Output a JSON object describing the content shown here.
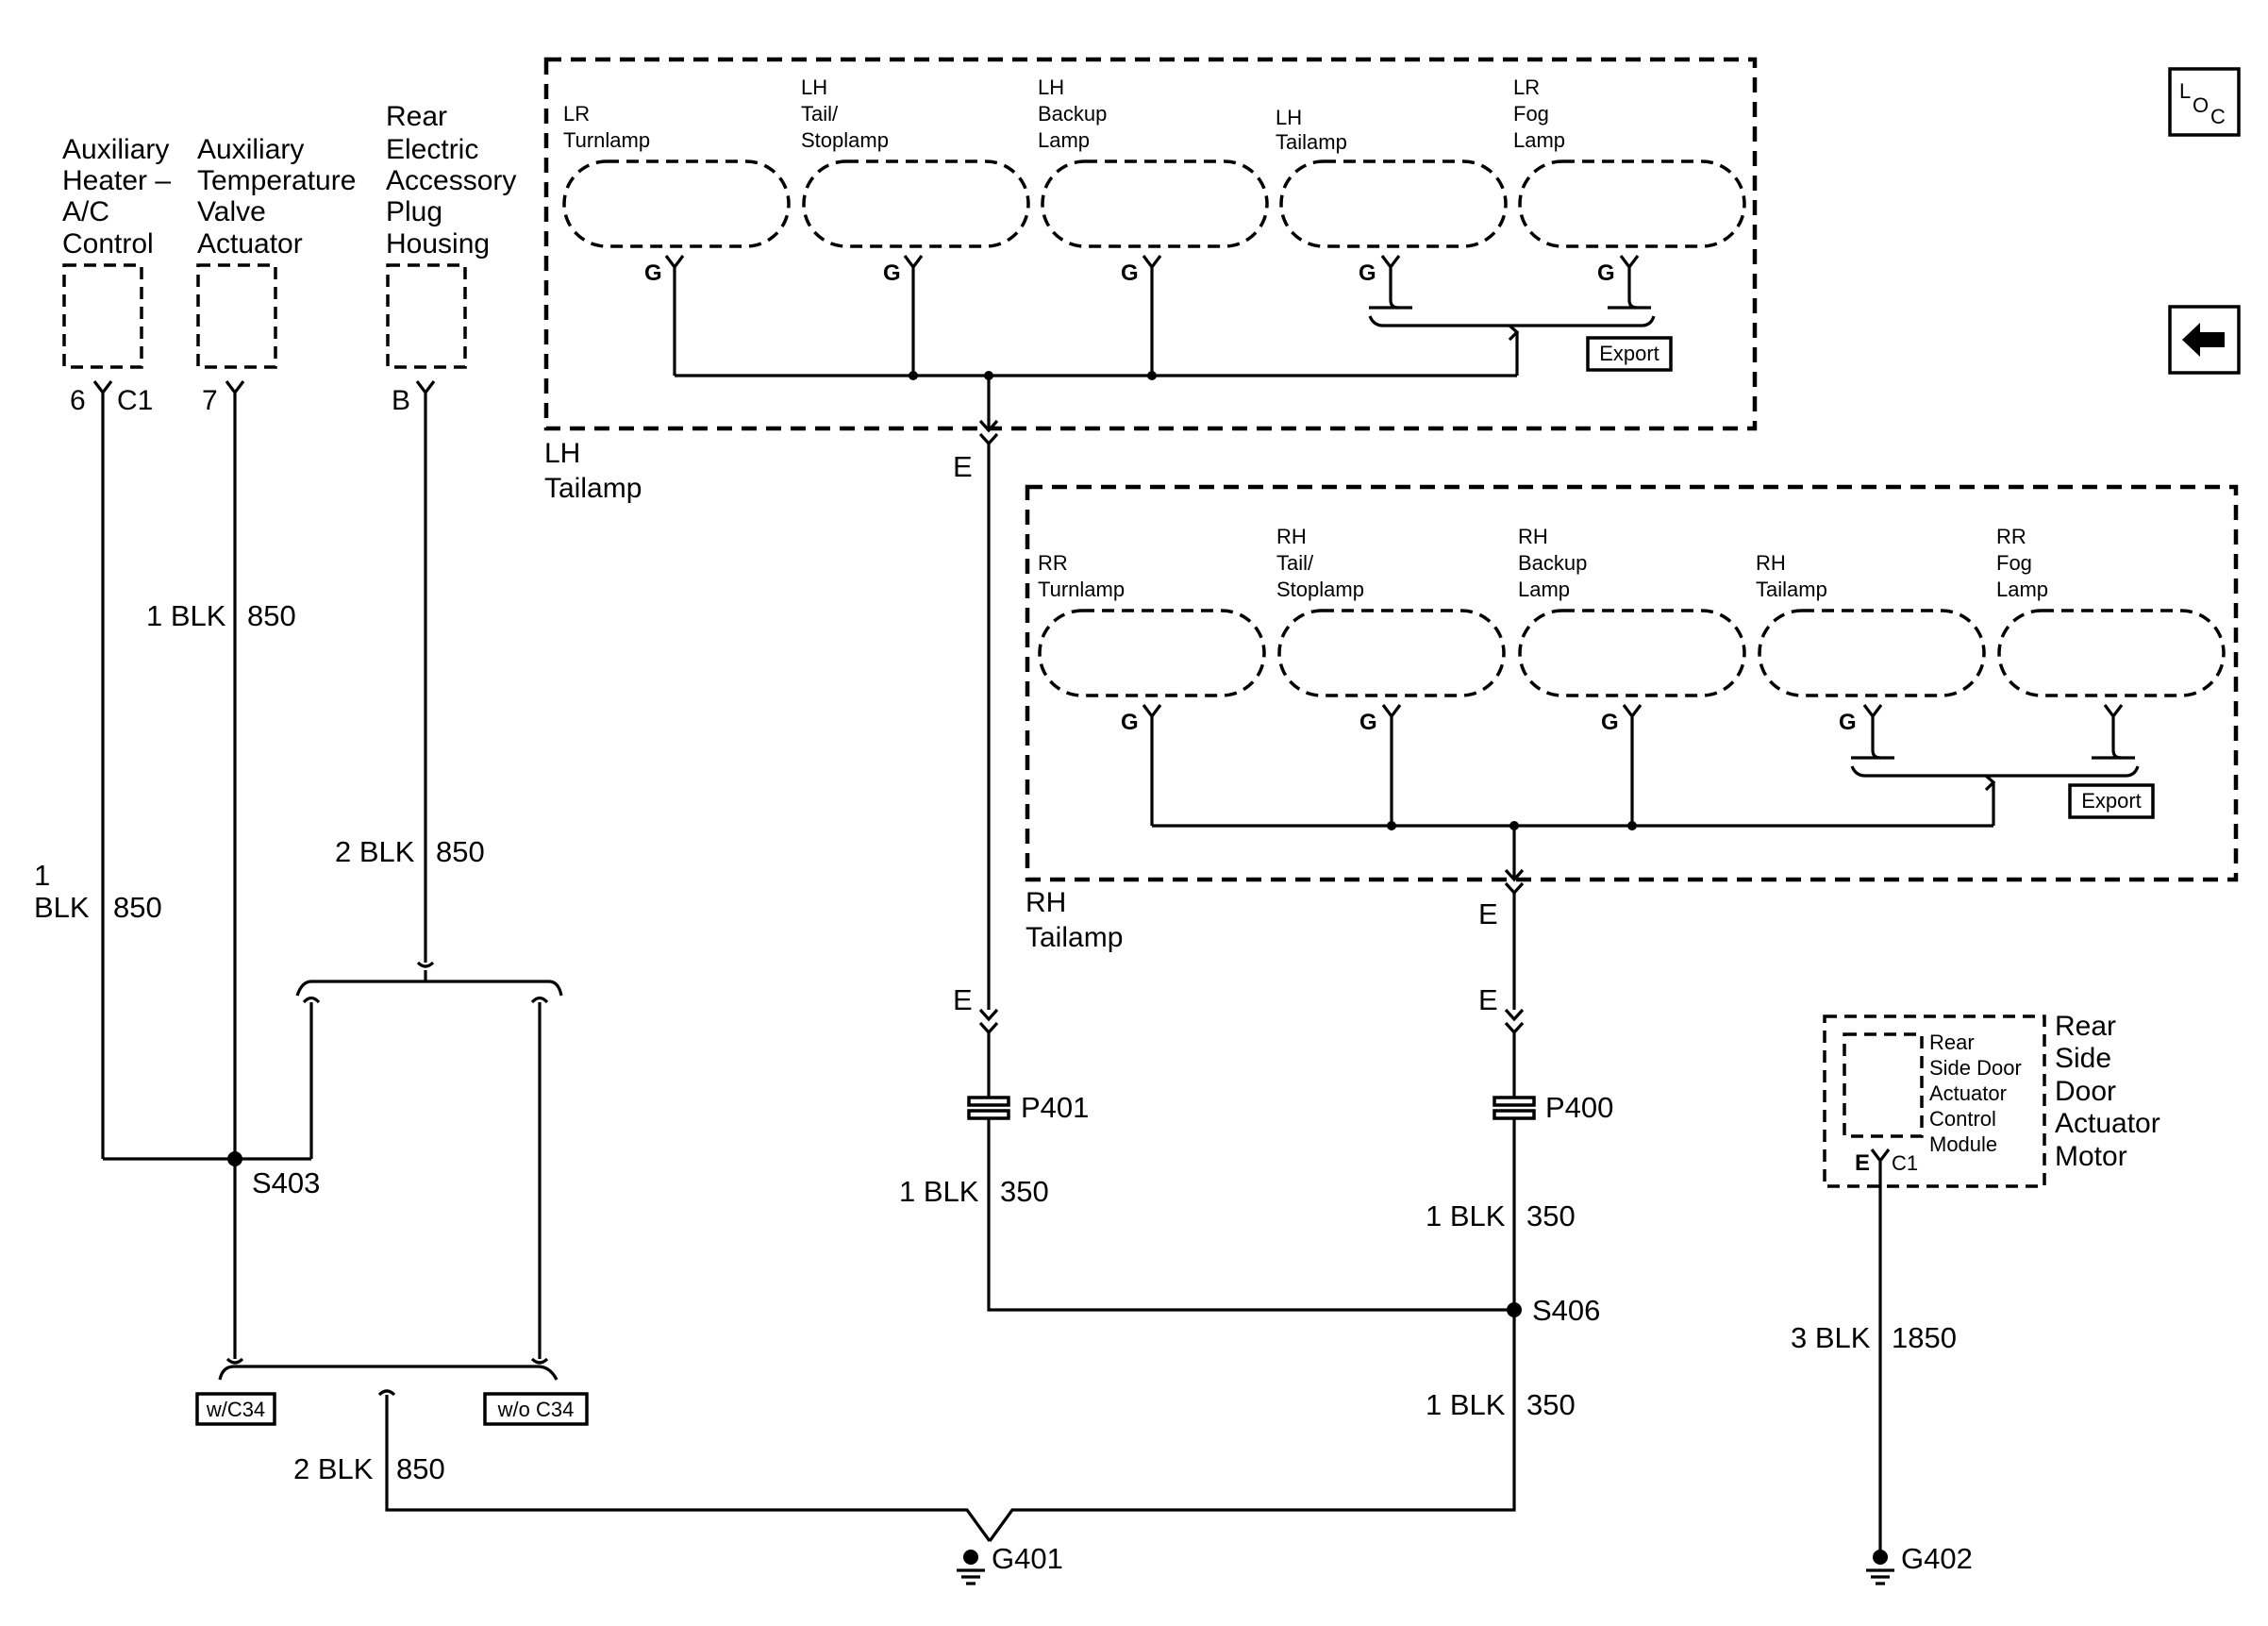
{
  "nav": {
    "loc_icon": "location-view-icon",
    "back_icon": "back-arrow-icon",
    "loc_l": "L",
    "loc_o": "O",
    "loc_c": "C"
  },
  "left_components": [
    {
      "label": [
        "Auxiliary",
        "Heater –",
        "A/C",
        "Control"
      ],
      "pin": "6",
      "connector": "C1"
    },
    {
      "label": [
        "Auxiliary",
        "Temperature",
        "Valve",
        "Actuator"
      ],
      "pin": "7"
    },
    {
      "label": [
        "Rear",
        "Electric",
        "Accessory",
        "Plug",
        "Housing"
      ],
      "pin": "B"
    }
  ],
  "lh_tailamp": {
    "title": [
      "LH",
      "Tailamp"
    ],
    "lamps": [
      {
        "label": [
          "LR",
          "Turnlamp"
        ],
        "pin": "G"
      },
      {
        "label": [
          "LH",
          "Tail/",
          "Stoplamp"
        ],
        "pin": "G"
      },
      {
        "label": [
          "LH",
          "Backup",
          "Lamp"
        ],
        "pin": "G"
      },
      {
        "label": [
          "LH",
          "Tailamp"
        ],
        "pin": "G"
      },
      {
        "label": [
          "LR",
          "Fog",
          "Lamp"
        ],
        "pin": "G"
      }
    ],
    "option_box": "Export",
    "pin_out": "E"
  },
  "rh_tailamp": {
    "title": [
      "RH",
      "Tailamp"
    ],
    "lamps": [
      {
        "label": [
          "RR",
          "Turnlamp"
        ],
        "pin": "G"
      },
      {
        "label": [
          "RH",
          "Tail/",
          "Stoplamp"
        ],
        "pin": "G"
      },
      {
        "label": [
          "RH",
          "Backup",
          "Lamp"
        ],
        "pin": "G"
      },
      {
        "label": [
          "RH",
          "Tailamp"
        ],
        "pin": "G"
      },
      {
        "label": [
          "RR",
          "Fog",
          "Lamp"
        ],
        "pin": ""
      }
    ],
    "option_box": "Export",
    "pin_out": "E"
  },
  "wires": {
    "w1_size": "1",
    "w1_color": "BLK",
    "w1_circuit": "850",
    "w2_size": "1 BLK",
    "w2_circuit": "850",
    "w3_size": "2 BLK",
    "w3_circuit": "850",
    "w4_size": "2 BLK",
    "w4_circuit": "850",
    "w5_size": "1 BLK",
    "w5_circuit": "350",
    "w6_size": "1 BLK",
    "w6_circuit": "350",
    "w7_size": "1 BLK",
    "w7_circuit": "350",
    "w8_size": "3 BLK",
    "w8_circuit": "1850"
  },
  "splices": {
    "s403": "S403",
    "s406": "S406"
  },
  "connectors": {
    "p401": "P401",
    "p400": "P400",
    "e_left_top": "E",
    "e_left_bottom": "E",
    "e_right_top": "E",
    "e_right_bottom": "E"
  },
  "options": {
    "with_c34": "w/C34",
    "without_c34": "w/o C34"
  },
  "grounds": {
    "g401": "G401",
    "g402": "G402"
  },
  "rear_side_door": {
    "inner_label": [
      "Rear",
      "Side Door",
      "Actuator",
      "Control",
      "Module"
    ],
    "outer_label": [
      "Rear",
      "Side",
      "Door",
      "Actuator",
      "Motor"
    ],
    "pin": "E",
    "connector": "C1"
  }
}
